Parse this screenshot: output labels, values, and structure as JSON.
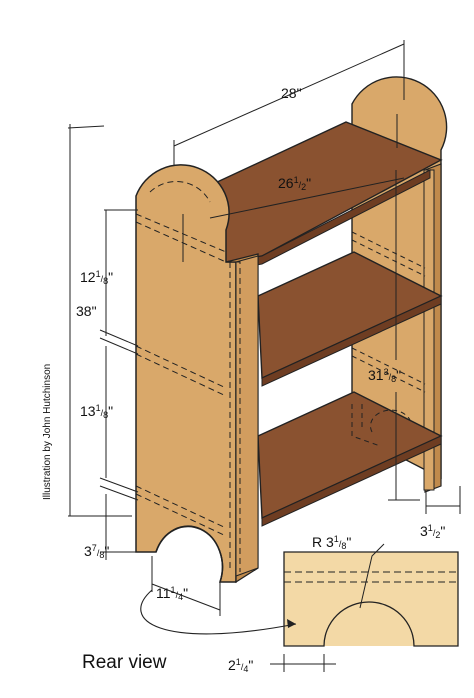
{
  "dimensions": {
    "overall_width": "28\"",
    "shelf_width": {
      "whole": "26",
      "num": "1",
      "den": "2",
      "unit": "\""
    },
    "overall_height": "38\"",
    "upper_spacing": {
      "whole": "12",
      "num": "1",
      "den": "8",
      "unit": "\""
    },
    "middle_spacing": {
      "whole": "13",
      "num": "1",
      "den": "8",
      "unit": "\""
    },
    "bottom_offset": {
      "whole": "3",
      "num": "7",
      "den": "8",
      "unit": "\""
    },
    "arch_width": {
      "whole": "11",
      "num": "1",
      "den": "4",
      "unit": "\""
    },
    "shelf_depth": {
      "whole": "31",
      "num": "3",
      "den": "8",
      "unit": "\""
    },
    "side_thickness": {
      "whole": "3",
      "num": "1",
      "den": "2",
      "unit": "\""
    },
    "radius": {
      "prefix": "R ",
      "whole": "3",
      "num": "1",
      "den": "8",
      "unit": "\""
    },
    "detail_offset": {
      "whole": "2",
      "num": "1",
      "den": "4",
      "unit": "\""
    }
  },
  "credit": "Illustration by John Hutchinson",
  "detail_title": "Rear view",
  "colors": {
    "side_panel": "#d9a86a",
    "side_edge": "#c08a4c",
    "shelf": "#8a5230",
    "shelf_edge": "#6e3d22",
    "detail_panel": "#f3d9a6"
  }
}
